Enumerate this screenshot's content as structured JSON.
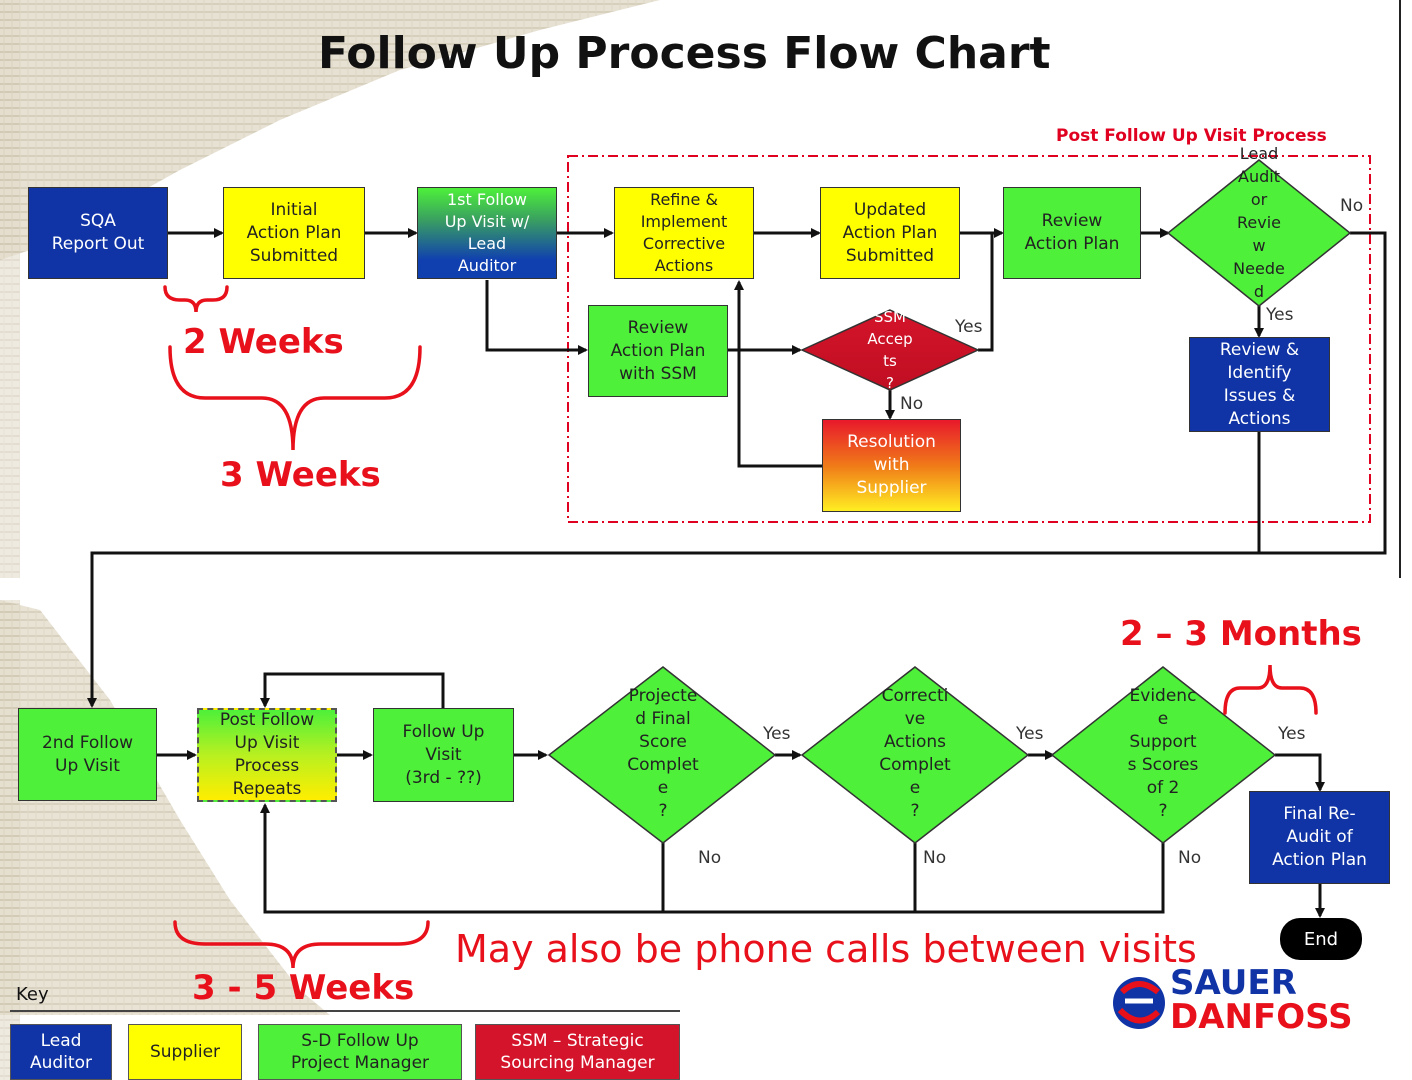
{
  "title": "Follow Up Process Flow Chart",
  "colors": {
    "lead_auditor": "#1034a6",
    "supplier": "#ffff00",
    "sd_follow_up": "#4ef03a",
    "ssm": "#d4142a",
    "annotation_red": "#e8101a"
  },
  "region_label": "Post Follow Up Visit Process",
  "nodes": {
    "sqa": "SQA\nReport Out",
    "initial_plan": "Initial\nAction Plan\nSubmitted",
    "first_visit": "1st Follow\nUp Visit w/\nLead\nAuditor",
    "refine": "Refine &\nImplement\nCorrective\nActions",
    "updated_plan": "Updated\nAction Plan\nSubmitted",
    "review_plan": "Review\nAction Plan",
    "lead_review": "Lead\nAudit\nor\nRevie\nw\nNeede\nd",
    "review_ssm": "Review\nAction Plan\nwith SSM",
    "ssm_accepts": "SSM\nAccep\nts\n?",
    "resolution": "Resolution\nwith\nSupplier",
    "review_identify": "Review &\nIdentify\nIssues &\nActions",
    "second_visit": "2nd Follow\nUp Visit",
    "post_repeats": "Post Follow\nUp Visit\nProcess\nRepeats",
    "follow_visit": "Follow Up\nVisit\n(3rd - ??)",
    "projected_score": "Projecte\nd Final\nScore\nComplet\ne\n?",
    "corrective_complete": "Correcti\nve\nActions\nComplet\ne\n?",
    "evidence": "Evidenc\ne\nSupport\ns Scores\nof 2\n?",
    "final_reaudit": "Final Re-\nAudit of\nAction Plan",
    "end": "End"
  },
  "edge_labels": {
    "yes": "Yes",
    "no": "No"
  },
  "annotations": {
    "two_weeks": "2 Weeks",
    "three_weeks": "3 Weeks",
    "two_three_months": "2 – 3 Months",
    "three_five_weeks": "3 - 5 Weeks",
    "phone_calls": "May also be phone calls between visits"
  },
  "key": {
    "heading": "Key",
    "items": [
      {
        "label": "Lead\nAuditor"
      },
      {
        "label": "Supplier"
      },
      {
        "label": "S-D Follow Up\nProject Manager"
      },
      {
        "label": "SSM – Strategic\nSourcing Manager"
      }
    ]
  },
  "logo": {
    "line1": "SAUER",
    "line2": "DANFOSS"
  }
}
